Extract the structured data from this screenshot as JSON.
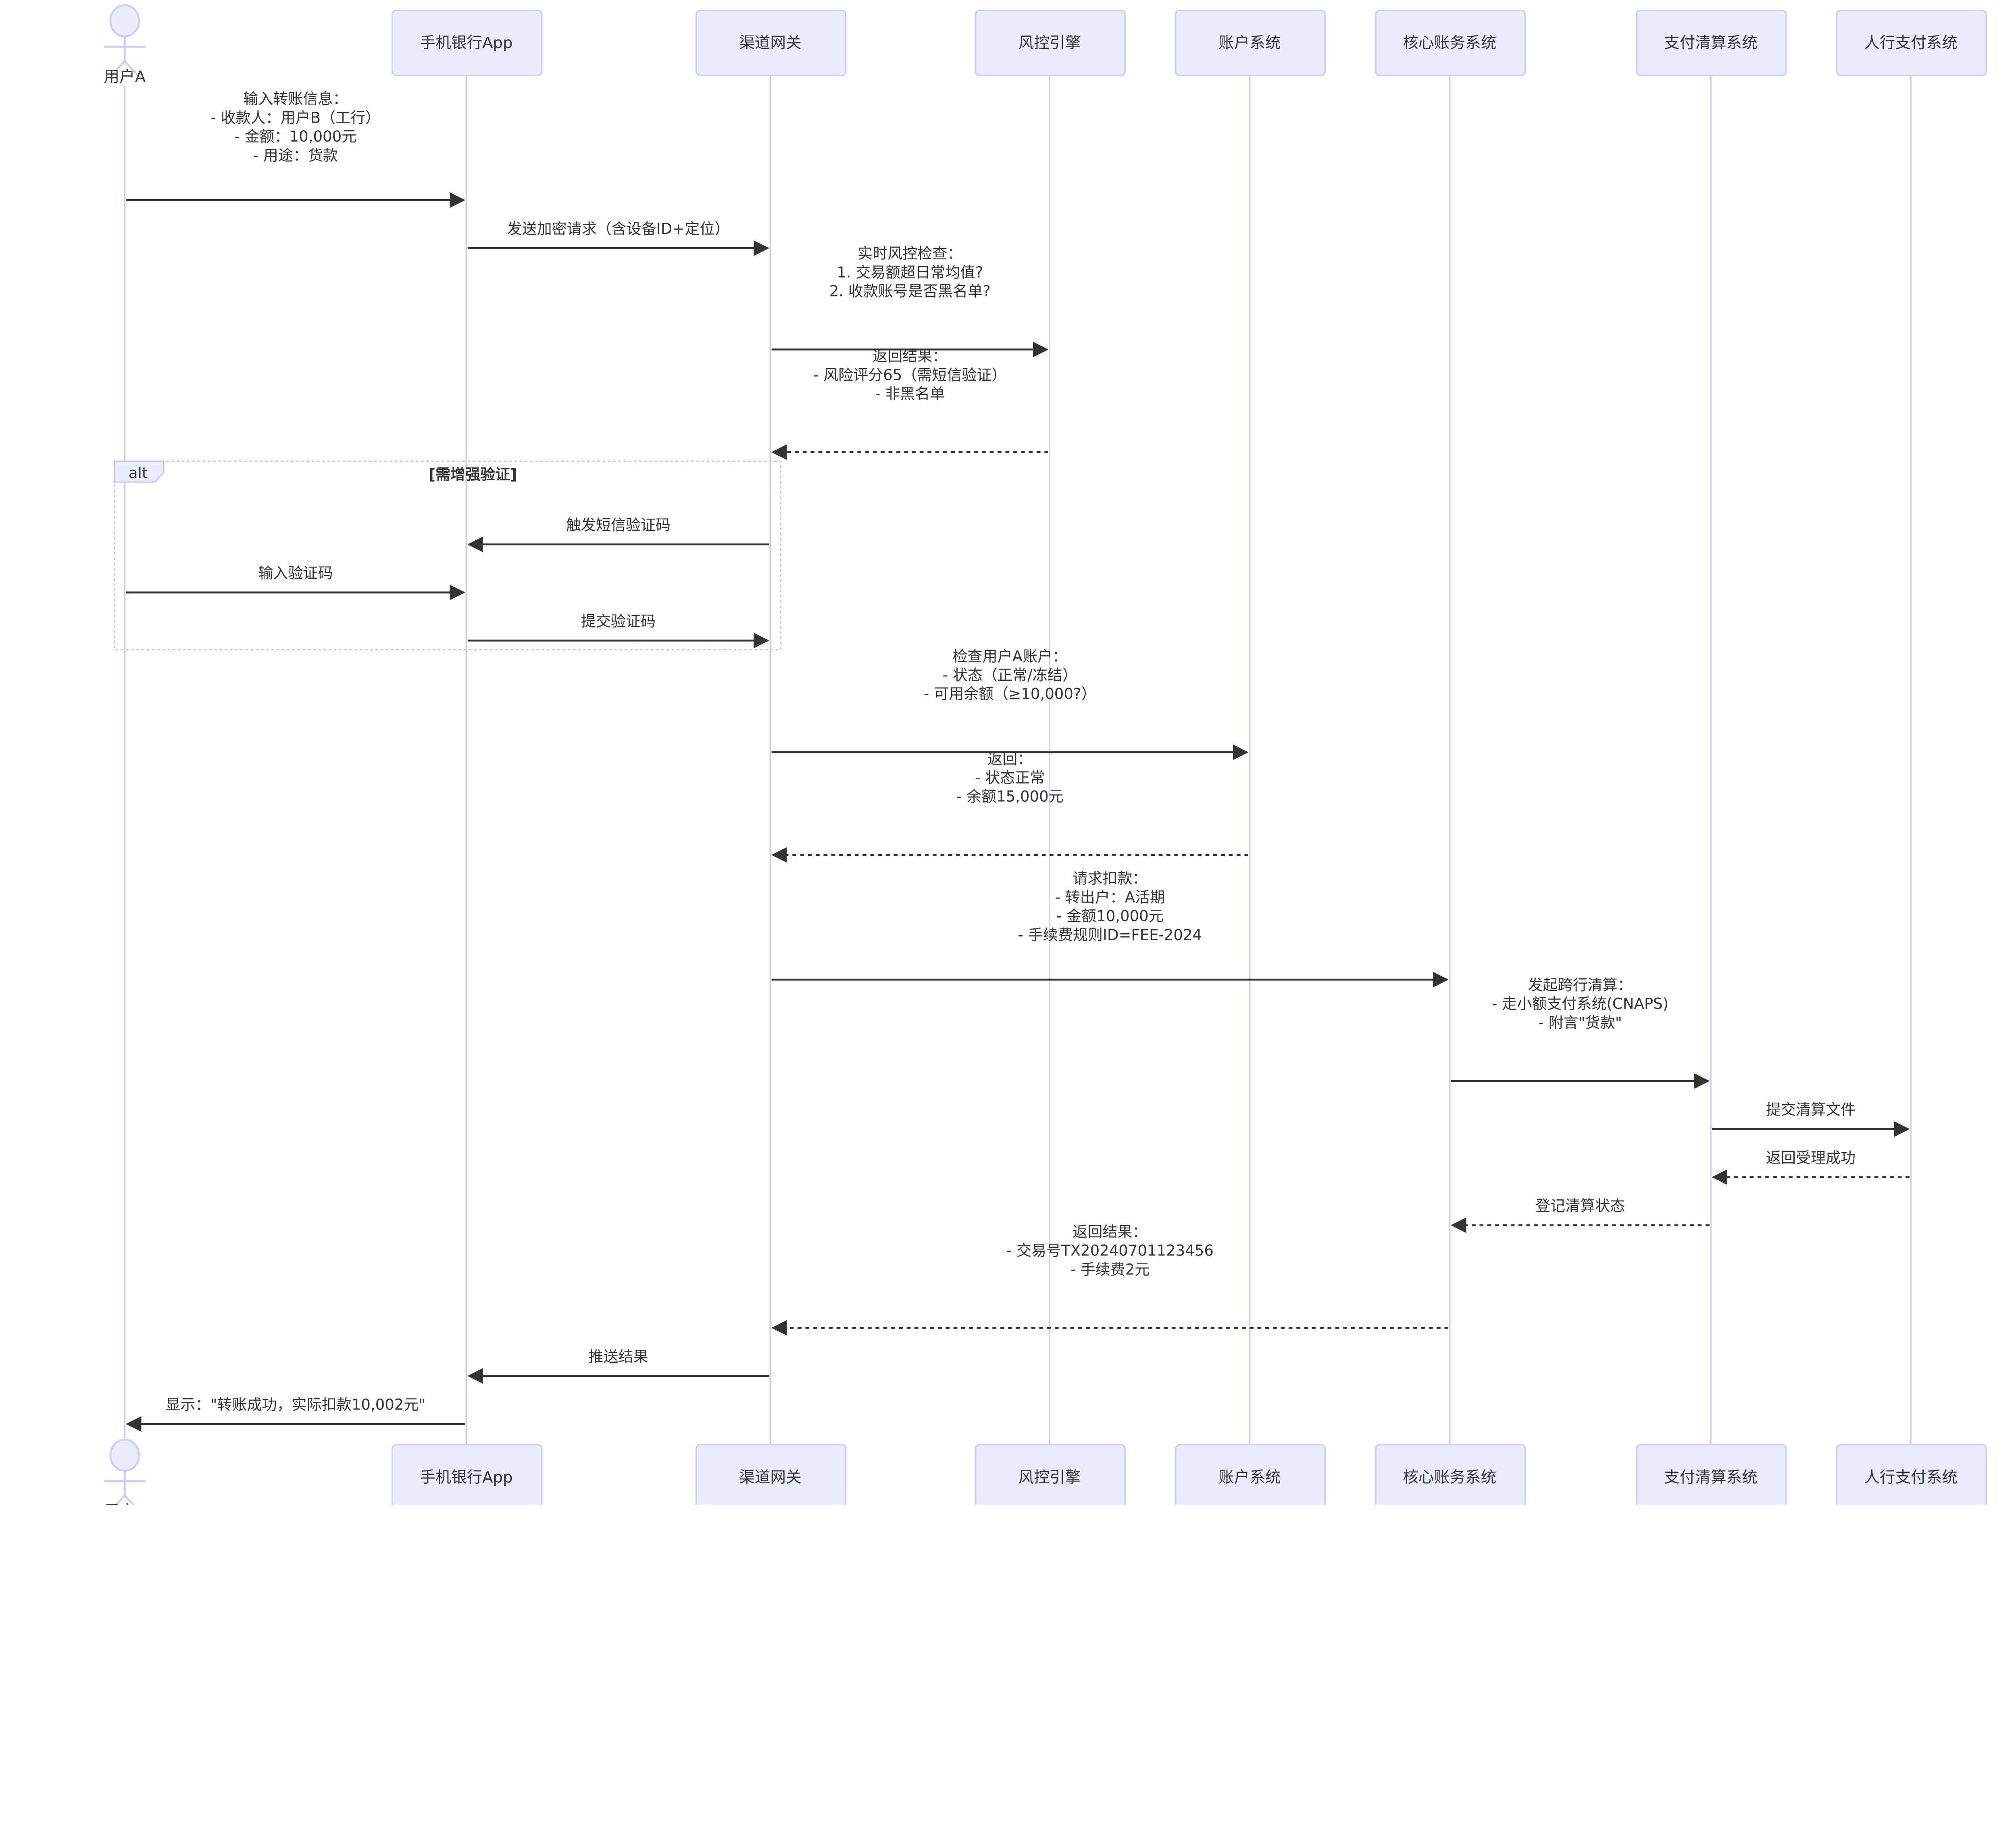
{
  "title": "转账时序图",
  "colors": {
    "actor_fill": "#ECECFF",
    "actor_stroke": "#CCCCFF",
    "lifeline": "#D4CCF0",
    "arrow": "#333333",
    "text": "#333333"
  },
  "participants": [
    {
      "id": "user",
      "label": "用户A",
      "kind": "actor"
    },
    {
      "id": "app",
      "label": "手机银行App",
      "kind": "box"
    },
    {
      "id": "gw",
      "label": "渠道网关",
      "kind": "box"
    },
    {
      "id": "risk",
      "label": "风控引擎",
      "kind": "box"
    },
    {
      "id": "acct",
      "label": "账户系统",
      "kind": "box"
    },
    {
      "id": "core",
      "label": "核心账务系统",
      "kind": "box"
    },
    {
      "id": "clear",
      "label": "支付清算系统",
      "kind": "box"
    },
    {
      "id": "pboc",
      "label": "人行支付系统",
      "kind": "box"
    }
  ],
  "alt_block": {
    "keyword": "alt",
    "condition": "[需增强验证]"
  },
  "messages": [
    {
      "from": "user",
      "to": "app",
      "dashed": false,
      "lines": [
        "输入转账信息：",
        "- 收款人：用户B（工行）",
        "- 金额：10,000元",
        "- 用途：货款"
      ]
    },
    {
      "from": "app",
      "to": "gw",
      "dashed": false,
      "lines": [
        "发送加密请求（含设备ID+定位）"
      ]
    },
    {
      "from": "gw",
      "to": "risk",
      "dashed": false,
      "lines": [
        "实时风控检查：",
        "1. 交易额超日常均值?",
        "2. 收款账号是否黑名单?"
      ]
    },
    {
      "from": "risk",
      "to": "gw",
      "dashed": true,
      "lines": [
        "返回结果：",
        "- 风险评分65（需短信验证）",
        "- 非黑名单"
      ]
    },
    {
      "from": "gw",
      "to": "app",
      "dashed": false,
      "lines": [
        "触发短信验证码"
      ]
    },
    {
      "from": "user",
      "to": "app",
      "dashed": false,
      "lines": [
        "输入验证码"
      ]
    },
    {
      "from": "app",
      "to": "gw",
      "dashed": false,
      "lines": [
        "提交验证码"
      ]
    },
    {
      "from": "gw",
      "to": "acct",
      "dashed": false,
      "lines": [
        "检查用户A账户：",
        "- 状态（正常/冻结）",
        "- 可用余额（≥10,000?）"
      ]
    },
    {
      "from": "acct",
      "to": "gw",
      "dashed": true,
      "lines": [
        "返回：",
        "- 状态正常",
        "- 余额15,000元"
      ]
    },
    {
      "from": "gw",
      "to": "core",
      "dashed": false,
      "lines": [
        "请求扣款：",
        "- 转出户：A活期",
        "- 金额10,000元",
        "- 手续费规则ID=FEE-2024"
      ]
    },
    {
      "from": "core",
      "to": "clear",
      "dashed": false,
      "lines": [
        "发起跨行清算：",
        "- 走小额支付系统(CNAPS)",
        "- 附言\"货款\""
      ]
    },
    {
      "from": "clear",
      "to": "pboc",
      "dashed": false,
      "lines": [
        "提交清算文件"
      ]
    },
    {
      "from": "pboc",
      "to": "clear",
      "dashed": true,
      "lines": [
        "返回受理成功"
      ]
    },
    {
      "from": "clear",
      "to": "core",
      "dashed": true,
      "lines": [
        "登记清算状态"
      ]
    },
    {
      "from": "core",
      "to": "gw",
      "dashed": true,
      "lines": [
        "返回结果：",
        "- 交易号TX20240701123456",
        "- 手续费2元"
      ]
    },
    {
      "from": "gw",
      "to": "app",
      "dashed": false,
      "lines": [
        "推送结果"
      ]
    },
    {
      "from": "app",
      "to": "user",
      "dashed": false,
      "lines": [
        "显示：\"转账成功，实际扣款10,002元\""
      ]
    }
  ]
}
